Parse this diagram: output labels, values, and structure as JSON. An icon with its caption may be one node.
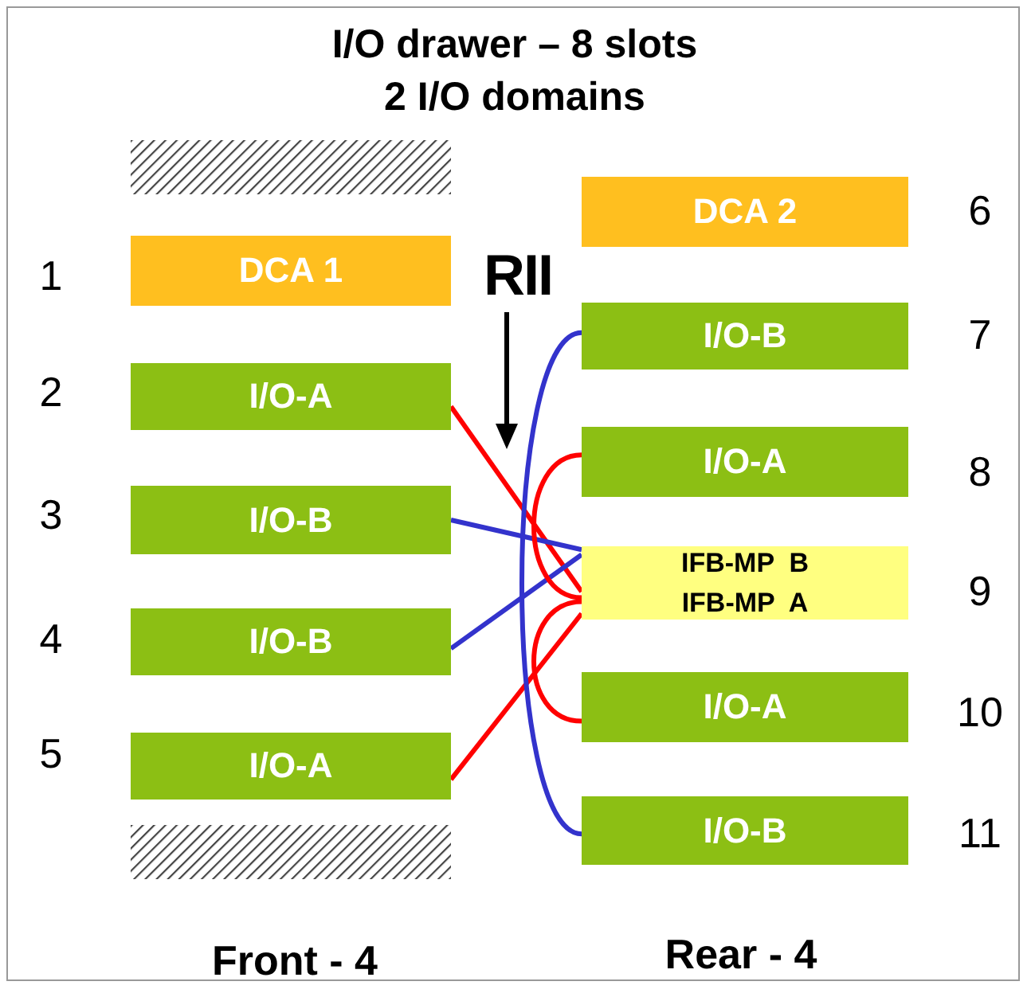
{
  "diagram": {
    "title": "I/O drawer – 8 slots 2 I/O domains",
    "nodes": [
      {
        "text": [],
        "shape": "box"
      },
      {
        "text": [
          "DCA 1"
        ]
      },
      {
        "text": [
          "I/O-A"
        ]
      },
      {
        "text": [
          "I/O-B"
        ]
      },
      {
        "text": [
          "I/O-B"
        ]
      },
      {
        "text": [
          "I/O-A"
        ]
      },
      {
        "text": [],
        "shape": "box"
      },
      {
        "text": [
          "DCA 2"
        ]
      },
      {
        "text": [
          "I/O-B"
        ]
      },
      {
        "text": [
          "I/O-A"
        ]
      },
      {
        "text": [
          "IFB-MP  B"
        ]
      },
      {
        "text": [
          "IFB-MP  A"
        ]
      },
      {
        "text": [
          "I/O-A"
        ]
      },
      {
        "text": [
          "I/O-B"
        ]
      }
    ],
    "edges": [
      {
        "from": 2,
        "to": 11,
        "arrow": "none"
      },
      {
        "from": 3,
        "to": 10,
        "arrow": "none",
        "color": "#3333cc"
      },
      {
        "from": 4,
        "to": 10,
        "arrow": "none",
        "color": "#3333cc"
      },
      {
        "from": 5,
        "to": 11,
        "arrow": "none"
      },
      {
        "from": 8,
        "to": 13,
        "arrow": "none",
        "color": "#3333cc"
      },
      {
        "from": 9,
        "to": 11,
        "arrow": "none"
      },
      {
        "from": 11,
        "to": 12,
        "arrow": "none"
      }
    ],
    "labels": [
      "RII",
      "1",
      "2",
      "3",
      "4",
      "5",
      "6",
      "7",
      "8",
      "9",
      "10",
      "11",
      "Front - 4",
      "Rear - 4"
    ]
  }
}
